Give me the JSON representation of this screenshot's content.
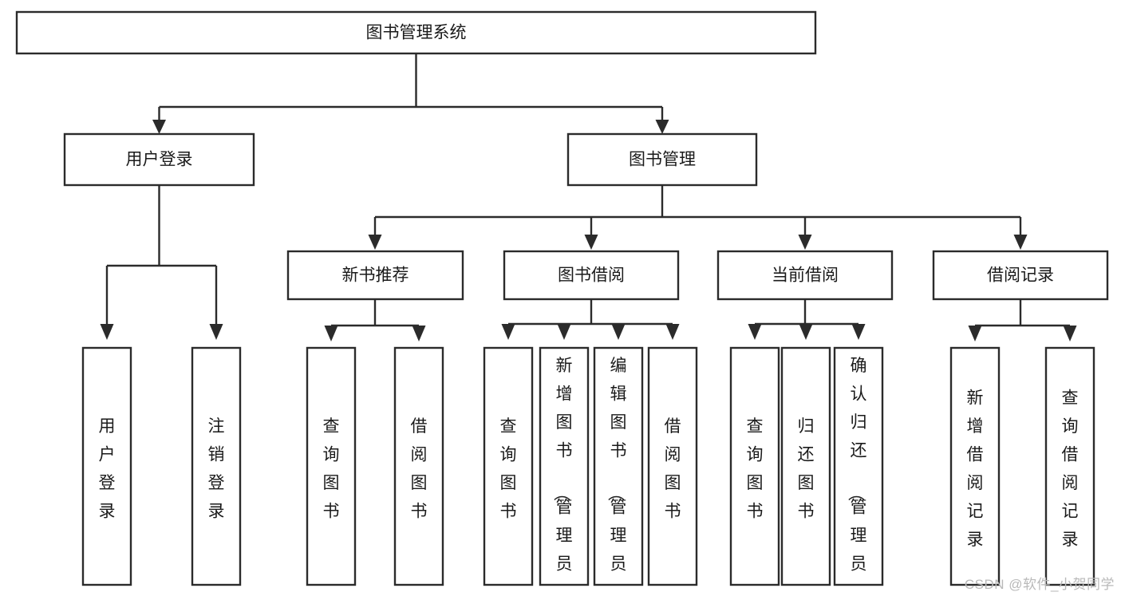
{
  "diagram": {
    "type": "tree-hierarchy",
    "title": "图书管理系统",
    "watermark": "CSDN @软件_小贺同学",
    "colors": {
      "background": "#ffffff",
      "box_fill": "#ffffff",
      "box_stroke": "#2b2b2b",
      "text": "#1a1a1a",
      "watermark": "#b9b9b9"
    },
    "levels": {
      "level1": [
        {
          "id": "root",
          "label": "图书管理系统"
        }
      ],
      "level2": [
        {
          "id": "user-login",
          "label": "用户登录",
          "parent": "root"
        },
        {
          "id": "book-manage",
          "label": "图书管理",
          "parent": "root"
        }
      ],
      "level3": [
        {
          "id": "new-book-rec",
          "label": "新书推荐",
          "parent": "book-manage"
        },
        {
          "id": "book-borrow",
          "label": "图书借阅",
          "parent": "book-manage"
        },
        {
          "id": "current-borrow",
          "label": "当前借阅",
          "parent": "book-manage"
        },
        {
          "id": "borrow-record",
          "label": "借阅记录",
          "parent": "book-manage"
        }
      ],
      "leaves": [
        {
          "id": "leaf-user-login",
          "label": "用户登录",
          "parent": "user-login"
        },
        {
          "id": "leaf-logout",
          "label": "注销登录",
          "parent": "user-login"
        },
        {
          "id": "leaf-query-book-1",
          "label": "查询图书",
          "parent": "new-book-rec"
        },
        {
          "id": "leaf-borrow-book-1",
          "label": "借阅图书",
          "parent": "new-book-rec"
        },
        {
          "id": "leaf-query-book-2",
          "label": "查询图书",
          "parent": "book-borrow"
        },
        {
          "id": "leaf-add-book",
          "label": "新增图书（管理员）",
          "parent": "book-borrow"
        },
        {
          "id": "leaf-edit-book",
          "label": "编辑图书（管理员）",
          "parent": "book-borrow"
        },
        {
          "id": "leaf-borrow-book-2",
          "label": "借阅图书",
          "parent": "book-borrow"
        },
        {
          "id": "leaf-query-book-3",
          "label": "查询图书",
          "parent": "current-borrow"
        },
        {
          "id": "leaf-return-book",
          "label": "归还图书",
          "parent": "current-borrow"
        },
        {
          "id": "leaf-confirm-return",
          "label": "确认归还（管理员）",
          "parent": "current-borrow"
        },
        {
          "id": "leaf-add-record",
          "label": "新增借阅记录",
          "parent": "borrow-record"
        },
        {
          "id": "leaf-query-record",
          "label": "查询借阅记录",
          "parent": "borrow-record"
        }
      ]
    }
  }
}
